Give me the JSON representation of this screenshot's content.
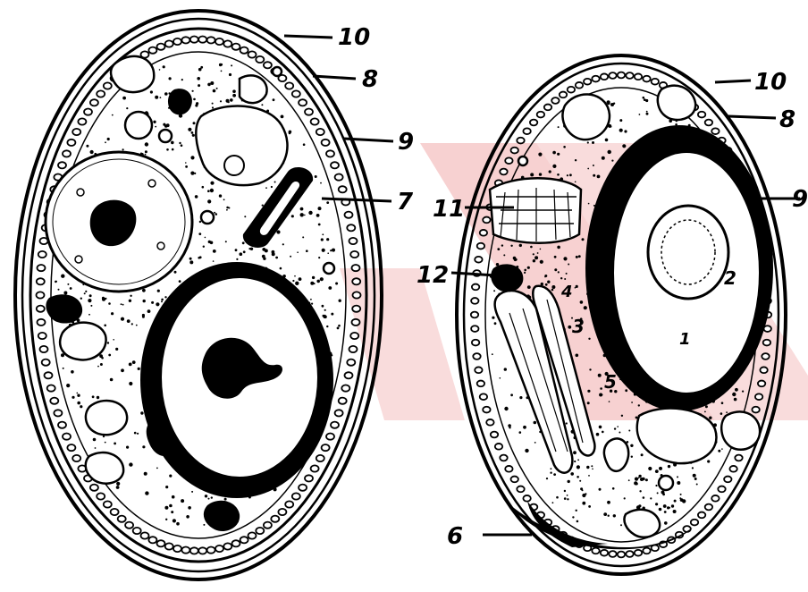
{
  "colors": {
    "ink": "#000000",
    "watermark": "#f6c9c9",
    "paper": "#ffffff"
  },
  "left_cell": {
    "labels": [
      "10",
      "8",
      "9",
      "7"
    ]
  },
  "right_cell": {
    "labels": [
      "10",
      "8",
      "9",
      "11",
      "12",
      "4",
      "2",
      "3",
      "1",
      "5",
      "6"
    ]
  }
}
